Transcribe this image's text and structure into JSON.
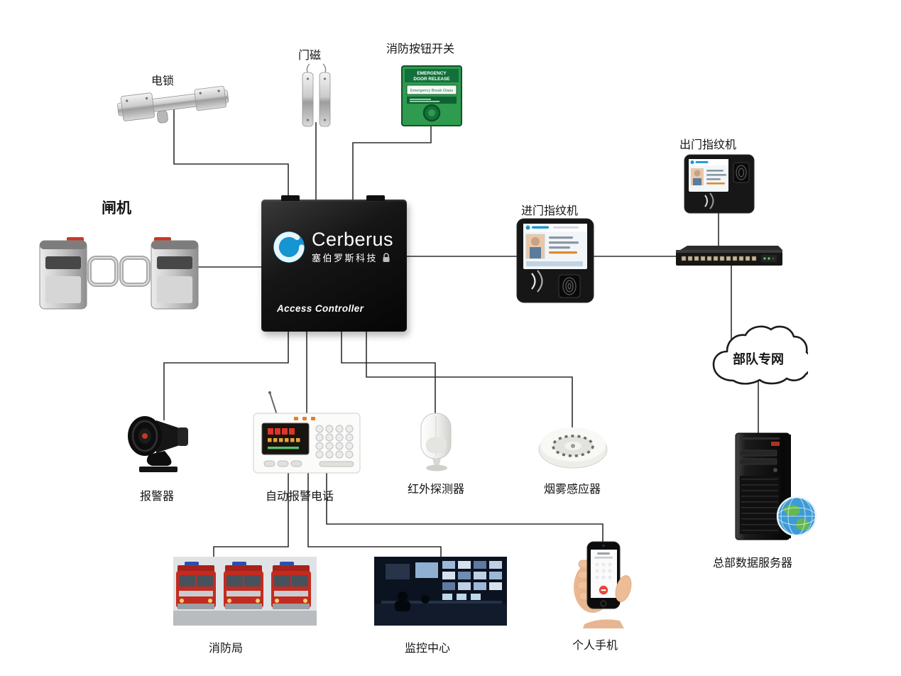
{
  "nodes": {
    "electric_lock": {
      "label": "电锁"
    },
    "door_magnet": {
      "label": "门磁"
    },
    "fire_button": {
      "label": "消防按钮开关",
      "top_line1": "EMERGENCY",
      "top_line2": "DOOR RELEASE",
      "glass_text": "Emergency Break Glass"
    },
    "turnstile": {
      "label": "闸机"
    },
    "controller": {
      "brand": "Cerberus",
      "brand_cn": "塞伯罗斯科技",
      "caption": "Access Controller"
    },
    "entry_fingerprint": {
      "label": "进门指纹机"
    },
    "exit_fingerprint": {
      "label": "出门指纹机"
    },
    "cloud": {
      "label": "部队专网"
    },
    "server": {
      "label": "总部数据服务器"
    },
    "siren": {
      "label": "报警器"
    },
    "alarm_phone": {
      "label": "自动报警电话"
    },
    "ir_detector": {
      "label": "红外探测器"
    },
    "smoke_sensor": {
      "label": "烟雾感应器"
    },
    "fire_department": {
      "label": "消防局"
    },
    "monitor_center": {
      "label": "监控中心"
    },
    "personal_phone": {
      "label": "个人手机"
    }
  },
  "colors": {
    "wire": "#2e2e2e",
    "logo_blue": "#1595d2",
    "fire_button_green": "#2e9b4e",
    "alarm_red": "#cc3526"
  }
}
